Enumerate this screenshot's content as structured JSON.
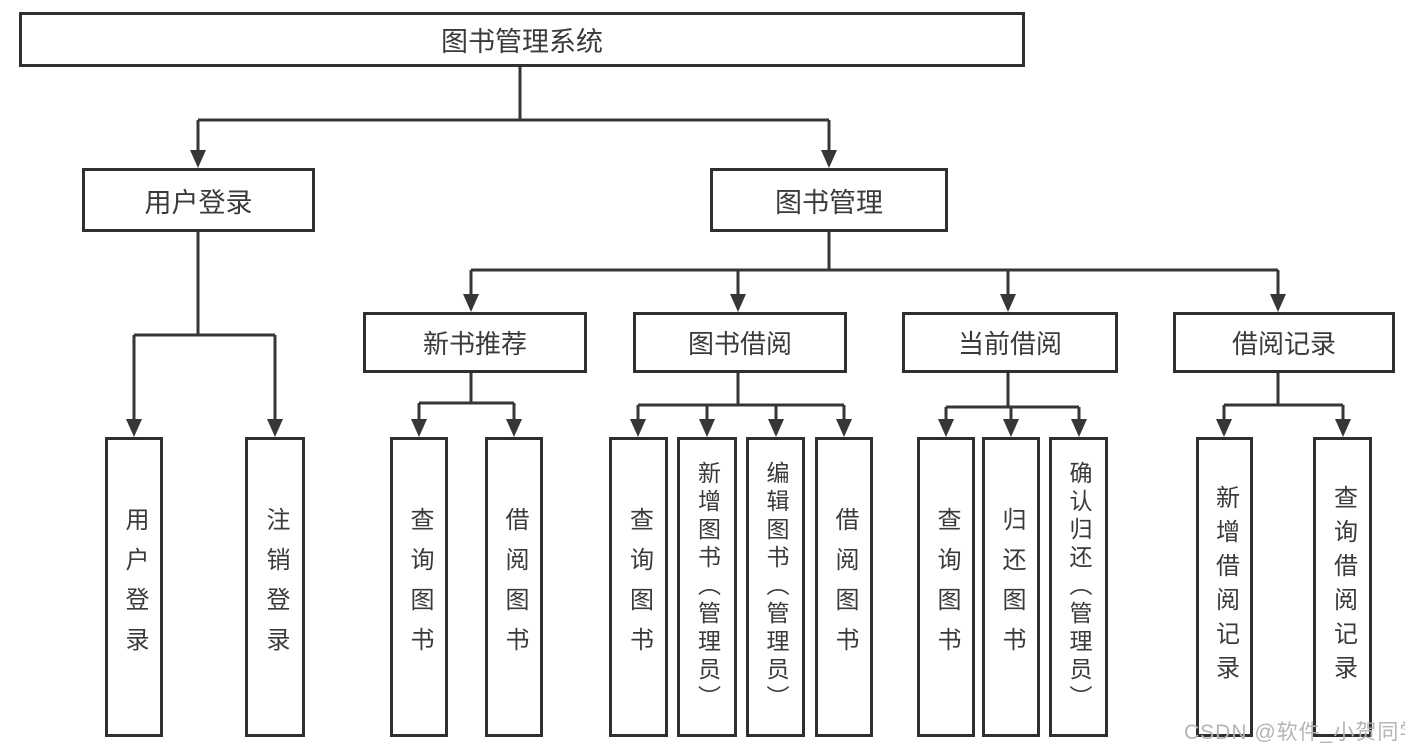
{
  "tree": {
    "root": "图书管理系统",
    "user_login": {
      "label": "用户登录",
      "children": [
        "用户登录",
        "注销登录"
      ]
    },
    "book_management": {
      "label": "图书管理",
      "children": {
        "new_book_recommend": {
          "label": "新书推荐",
          "children": [
            "查询图书",
            "借阅图书"
          ]
        },
        "book_borrow": {
          "label": "图书借阅",
          "children": [
            "查询图书",
            "新增图书（管理员）",
            "编辑图书（管理员）",
            "借阅图书"
          ]
        },
        "current_borrow": {
          "label": "当前借阅",
          "children": [
            "查询图书",
            "归还图书",
            "确认归还（管理员）"
          ]
        },
        "borrow_records": {
          "label": "借阅记录",
          "children": [
            "新增借阅记录",
            "查询借阅记录"
          ]
        }
      }
    }
  },
  "watermark": "CSDN @软件_小贺同学",
  "colors": {
    "line": "#363636",
    "box_border": "#2f2f2f",
    "text": "#3a3a3a",
    "background": "#ffffff",
    "watermark": "#b5b5b5"
  }
}
